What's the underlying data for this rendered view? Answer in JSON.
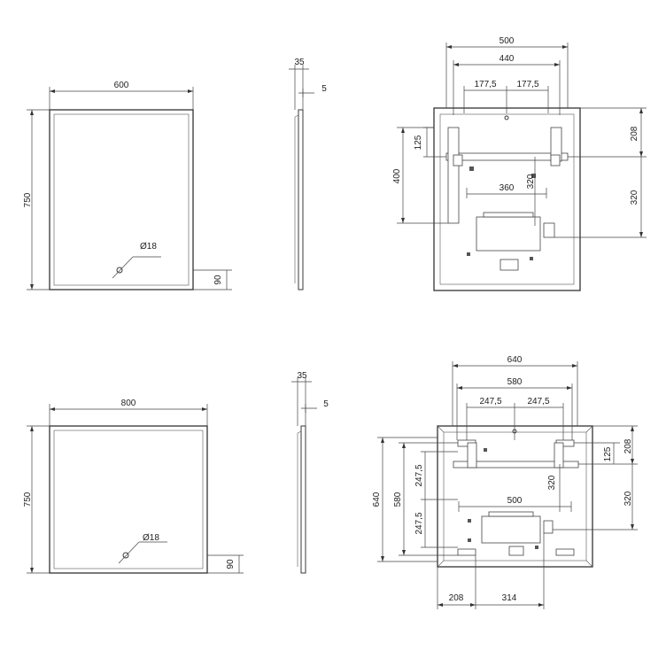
{
  "views": {
    "mirror_600": {
      "front": {
        "width": "600",
        "height": "750",
        "hole": "Ø18",
        "hole_offset": "90"
      },
      "side": {
        "depth": "35",
        "offset": "5"
      },
      "back": {
        "width_outer": "500",
        "width_inner": "440",
        "half_left": "177,5",
        "half_right": "177,5",
        "height_left": "400",
        "small_left": "125",
        "inner_width": "360",
        "inner_height": "320",
        "right_top": "208",
        "right_bottom": "320"
      }
    },
    "mirror_800": {
      "front": {
        "width": "800",
        "height": "750",
        "hole": "Ø18",
        "hole_offset": "90"
      },
      "side": {
        "depth": "35",
        "offset": "5"
      },
      "back": {
        "width_outer": "640",
        "width_inner": "580",
        "half_left": "247,5",
        "half_right": "247,5",
        "height_outer": "640",
        "height_inner": "580",
        "v_top": "247,5",
        "v_bottom": "247,5",
        "right_small": "125",
        "right_top": "208",
        "right_bottom": "320",
        "inner_height": "320",
        "inner_width": "500",
        "bottom_left": "208",
        "bottom_right": "314"
      }
    }
  }
}
